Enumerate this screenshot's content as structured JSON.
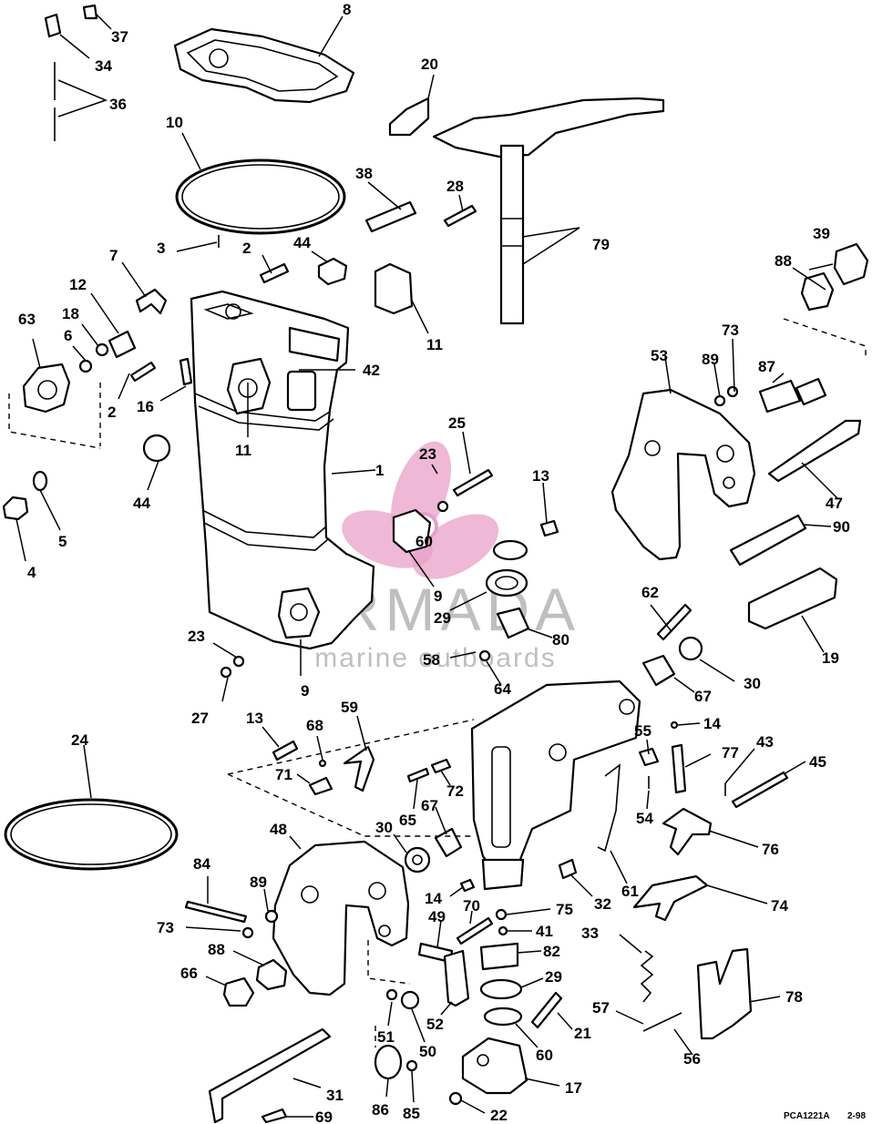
{
  "drawing_code": "PCA1221A",
  "drawing_date": "2-98",
  "watermark": {
    "brand": "ARMADA",
    "tagline": "marine outboards",
    "color": "#e8a0c8"
  },
  "callouts": [
    {
      "label": "37"
    },
    {
      "label": "34"
    },
    {
      "label": "36"
    },
    {
      "label": "8"
    },
    {
      "label": "20"
    },
    {
      "label": "10"
    },
    {
      "label": "38"
    },
    {
      "label": "28"
    },
    {
      "label": "79"
    },
    {
      "label": "3"
    },
    {
      "label": "2"
    },
    {
      "label": "44"
    },
    {
      "label": "7"
    },
    {
      "label": "12"
    },
    {
      "label": "63"
    },
    {
      "label": "18"
    },
    {
      "label": "6"
    },
    {
      "label": "11"
    },
    {
      "label": "39"
    },
    {
      "label": "88"
    },
    {
      "label": "42"
    },
    {
      "label": "2"
    },
    {
      "label": "16"
    },
    {
      "label": "11"
    },
    {
      "label": "73"
    },
    {
      "label": "53"
    },
    {
      "label": "89"
    },
    {
      "label": "87"
    },
    {
      "label": "25"
    },
    {
      "label": "23"
    },
    {
      "label": "1"
    },
    {
      "label": "13"
    },
    {
      "label": "44"
    },
    {
      "label": "47"
    },
    {
      "label": "4"
    },
    {
      "label": "5"
    },
    {
      "label": "60"
    },
    {
      "label": "90"
    },
    {
      "label": "9"
    },
    {
      "label": "29"
    },
    {
      "label": "62"
    },
    {
      "label": "80"
    },
    {
      "label": "19"
    },
    {
      "label": "23"
    },
    {
      "label": "58"
    },
    {
      "label": "30"
    },
    {
      "label": "64"
    },
    {
      "label": "67"
    },
    {
      "label": "9"
    },
    {
      "label": "27"
    },
    {
      "label": "13"
    },
    {
      "label": "68"
    },
    {
      "label": "59"
    },
    {
      "label": "14"
    },
    {
      "label": "24"
    },
    {
      "label": "55"
    },
    {
      "label": "43"
    },
    {
      "label": "45"
    },
    {
      "label": "77"
    },
    {
      "label": "71"
    },
    {
      "label": "72"
    },
    {
      "label": "65"
    },
    {
      "label": "67"
    },
    {
      "label": "54"
    },
    {
      "label": "48"
    },
    {
      "label": "30"
    },
    {
      "label": "76"
    },
    {
      "label": "84"
    },
    {
      "label": "89"
    },
    {
      "label": "14"
    },
    {
      "label": "32"
    },
    {
      "label": "61"
    },
    {
      "label": "74"
    },
    {
      "label": "70"
    },
    {
      "label": "75"
    },
    {
      "label": "73"
    },
    {
      "label": "49"
    },
    {
      "label": "41"
    },
    {
      "label": "88"
    },
    {
      "label": "82"
    },
    {
      "label": "33"
    },
    {
      "label": "66"
    },
    {
      "label": "29"
    },
    {
      "label": "78"
    },
    {
      "label": "57"
    },
    {
      "label": "51"
    },
    {
      "label": "52"
    },
    {
      "label": "21"
    },
    {
      "label": "50"
    },
    {
      "label": "60"
    },
    {
      "label": "56"
    },
    {
      "label": "31"
    },
    {
      "label": "17"
    },
    {
      "label": "86"
    },
    {
      "label": "85"
    },
    {
      "label": "69"
    },
    {
      "label": "22"
    }
  ]
}
